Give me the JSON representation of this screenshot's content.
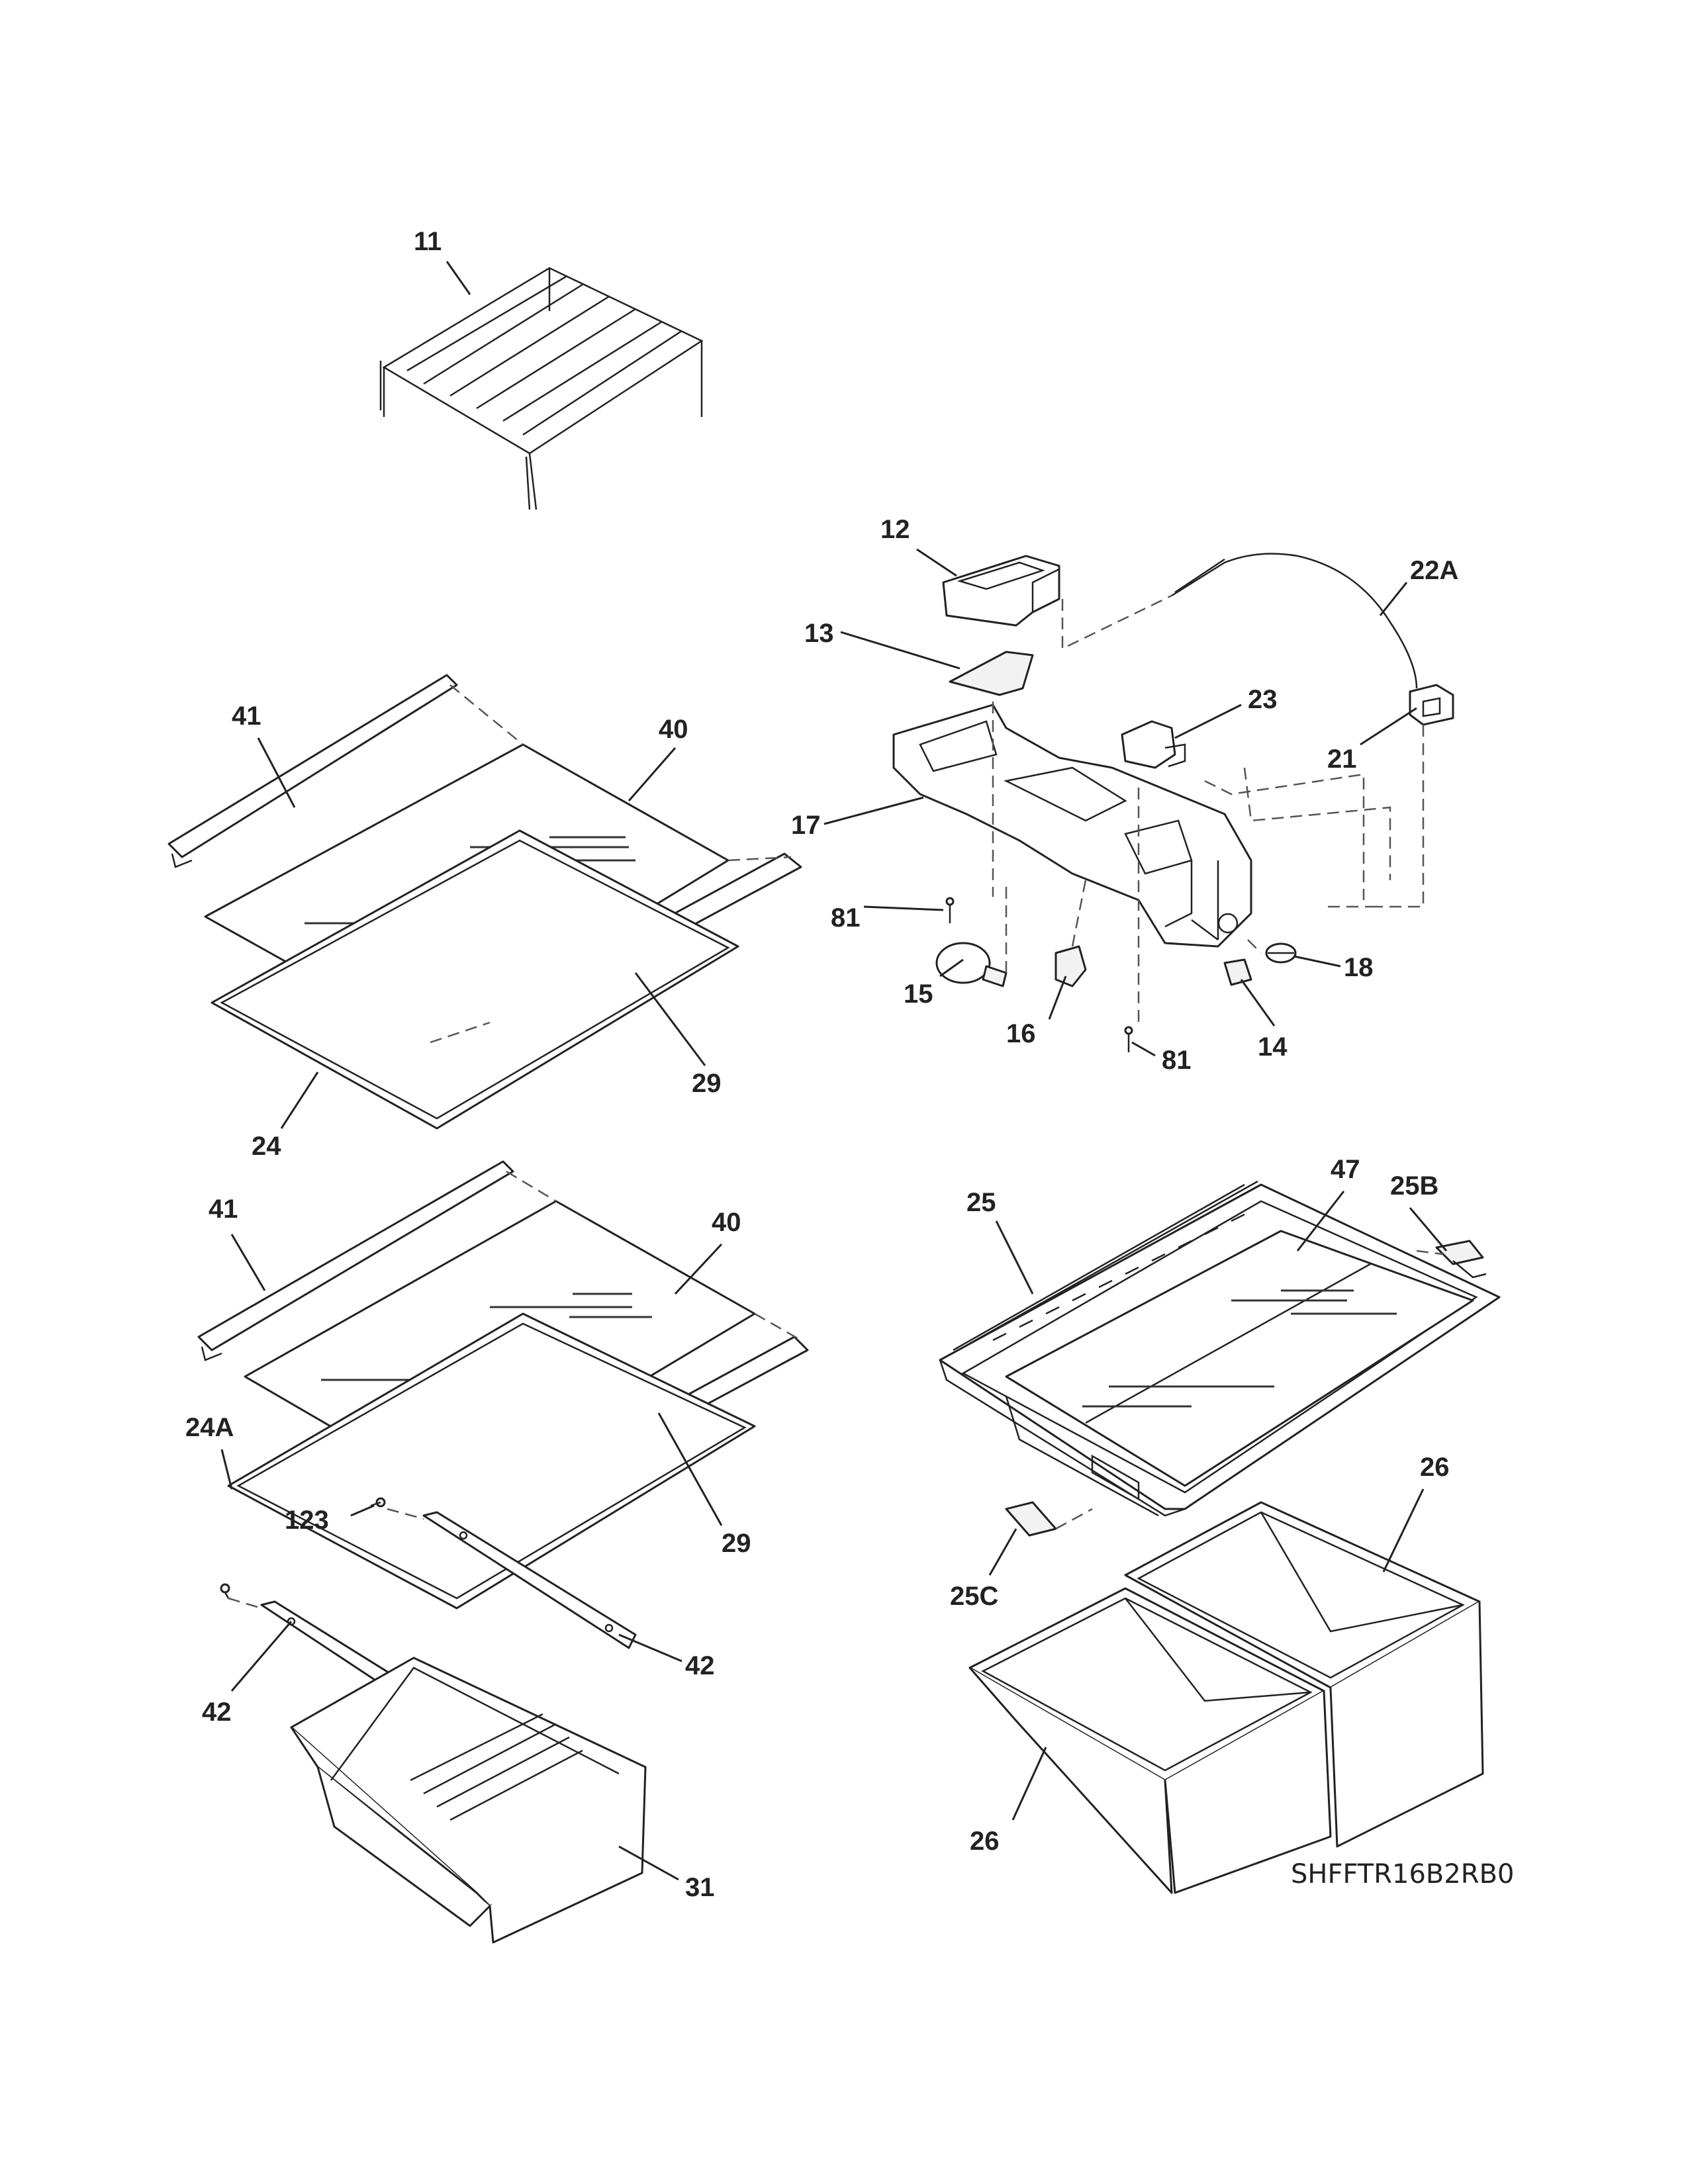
{
  "diagram_id": "SHFFTR16B2RB0",
  "callouts": {
    "c11": "11",
    "c12": "12",
    "c22a": "22A",
    "c13": "13",
    "c23": "23",
    "c21": "21",
    "c17": "17",
    "c81a": "81",
    "c18": "18",
    "c15": "15",
    "c16": "16",
    "c81b": "81",
    "c14": "14",
    "c41a": "41",
    "c40a": "40",
    "c29a": "29",
    "c24": "24",
    "c41b": "41",
    "c40b": "40",
    "c24a": "24A",
    "c123": "123",
    "c29b": "29",
    "c42a": "42",
    "c42b": "42",
    "c31": "31",
    "c47": "47",
    "c25": "25",
    "c25b": "25B",
    "c25c": "25C",
    "c26a": "26",
    "c26b": "26"
  }
}
